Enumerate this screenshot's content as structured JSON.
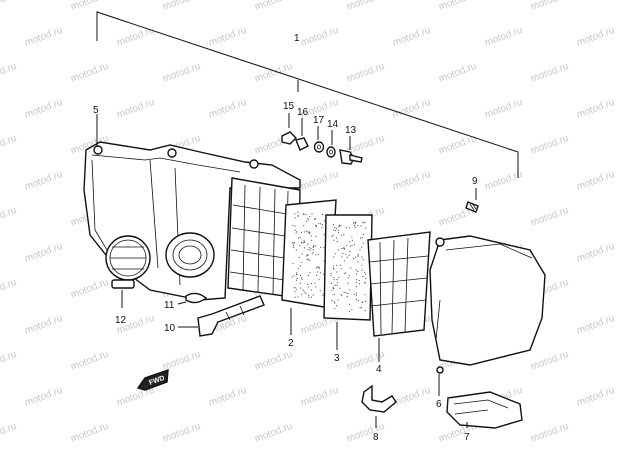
{
  "watermark": {
    "text": "motod.ru"
  },
  "callouts": {
    "c1": "1",
    "c2": "2",
    "c3": "3",
    "c4": "4",
    "c5": "5",
    "c6": "6",
    "c7": "7",
    "c8": "8",
    "c9": "9",
    "c10": "10",
    "c11": "11",
    "c12": "12",
    "c13": "13",
    "c14": "14",
    "c15": "15",
    "c16": "16",
    "c17": "17"
  },
  "badge": {
    "fwd": "FWD"
  }
}
